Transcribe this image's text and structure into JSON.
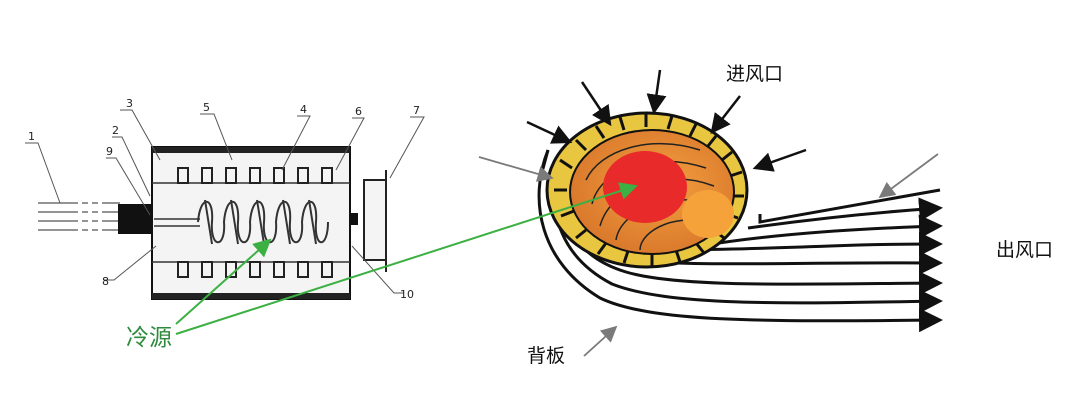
{
  "left_diagram": {
    "part_labels": [
      "1",
      "2",
      "3",
      "5",
      "4",
      "6",
      "7",
      "9",
      "8",
      "10"
    ],
    "cold_source_label": "冷源"
  },
  "right_diagram": {
    "air_inlet_label": "进风口",
    "air_outlet_label": "出风口",
    "back_plate_label": "背板"
  },
  "colors": {
    "cold_source_text": "#2e8b3e",
    "pointer_line": "#3cb043",
    "hot_core": "#e82a2a",
    "fan_ring": "#e8c640",
    "fan_body": "#e89a3c"
  }
}
